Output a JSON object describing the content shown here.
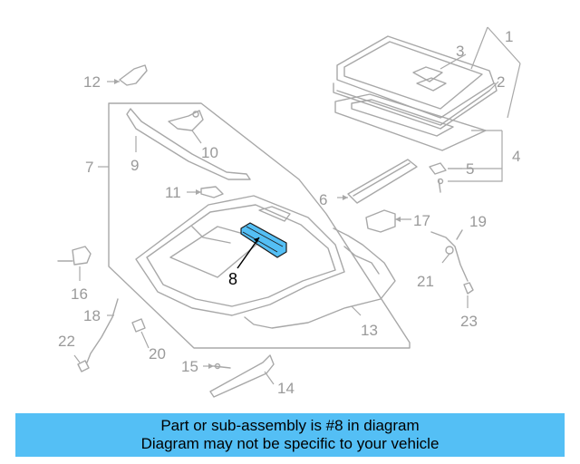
{
  "highlight_color": "#54bff5",
  "callouts": {
    "c1": "1",
    "c2": "2",
    "c3": "3",
    "c4": "4",
    "c5": "5",
    "c6": "6",
    "c7": "7",
    "c8": "8",
    "c9": "9",
    "c10": "10",
    "c11": "11",
    "c12": "12",
    "c13": "13",
    "c14": "14",
    "c15": "15",
    "c16": "16",
    "c17": "17",
    "c18": "18",
    "c19": "19",
    "c20": "20",
    "c21": "21",
    "c22": "22",
    "c23": "23"
  },
  "highlighted_part": "8",
  "banner": {
    "line1": "Part or sub-assembly is #8 in diagram",
    "line2": "Diagram may not be specific to your vehicle"
  }
}
